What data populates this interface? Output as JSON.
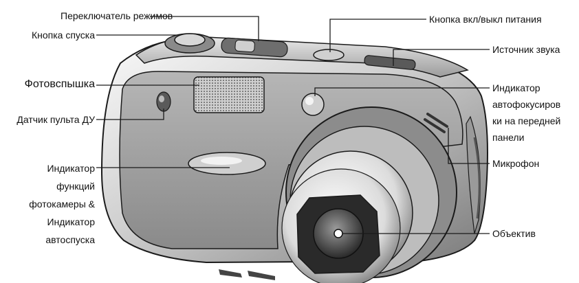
{
  "labels": {
    "mode_switch": "Переключатель режимов",
    "shutter_button": "Кнопка спуска",
    "flash": "Фотовспышка",
    "remote_sensor": "Датчик пульта ДУ",
    "function_indicator": [
      "Индикатор",
      "функций",
      "фотокамеры &",
      "Индикатор",
      "автоспуска"
    ],
    "power_button": "Кнопка вкл/выкл питания",
    "speaker": "Источник звука",
    "af_indicator": [
      "Индикатор",
      "автофокусиров",
      "ки на передней",
      "панели"
    ],
    "microphone": "Микрофон",
    "lens": "Объектив"
  },
  "colors": {
    "outline": "#1a1a1a",
    "body_light": "#f2f2f2",
    "body_mid": "#b8b8b8",
    "body_dark": "#6a6a6a",
    "panel": "#9a9a9a"
  }
}
